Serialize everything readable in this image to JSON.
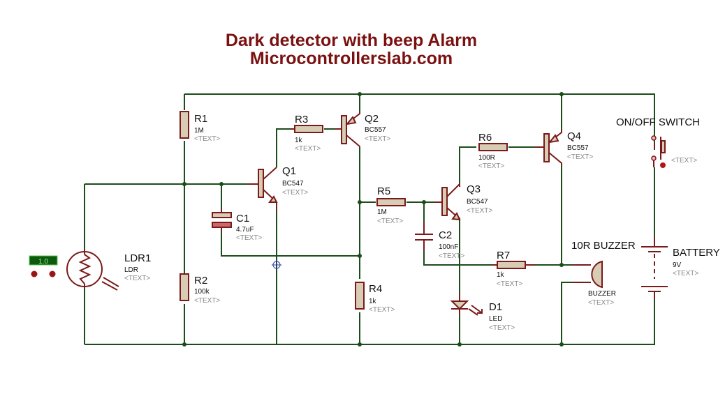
{
  "title": {
    "line1": "Dark detector with beep Alarm",
    "line2": "Microcontrollerslab.com"
  },
  "colors": {
    "title": "#7a1010",
    "wire": "#1b4d1b",
    "component_outline": "#7a1a1a",
    "component_fill": "#d8ccb4"
  },
  "ldr_meter": {
    "value": "1.0",
    "decrement_icon": "down-arrow",
    "increment_icon": "up-arrow"
  },
  "components": {
    "R1": {
      "ref": "R1",
      "value": "1M",
      "text": "<TEXT>"
    },
    "R2": {
      "ref": "R2",
      "value": "100k",
      "text": "<TEXT>"
    },
    "R3": {
      "ref": "R3",
      "value": "1k",
      "text": "<TEXT>"
    },
    "R4": {
      "ref": "R4",
      "value": "1k",
      "text": "<TEXT>"
    },
    "R5": {
      "ref": "R5",
      "value": "1M",
      "text": "<TEXT>"
    },
    "R6": {
      "ref": "R6",
      "value": "100R",
      "text": "<TEXT>"
    },
    "R7": {
      "ref": "R7",
      "value": "1k",
      "text": "<TEXT>"
    },
    "C1": {
      "ref": "C1",
      "value": "4.7uF",
      "text": "<TEXT>"
    },
    "C2": {
      "ref": "C2",
      "value": "100nF",
      "text": "<TEXT>"
    },
    "Q1": {
      "ref": "Q1",
      "value": "BC547",
      "text": "<TEXT>"
    },
    "Q2": {
      "ref": "Q2",
      "value": "BC557",
      "text": "<TEXT>"
    },
    "Q3": {
      "ref": "Q3",
      "value": "BC547",
      "text": "<TEXT>"
    },
    "Q4": {
      "ref": "Q4",
      "value": "BC557",
      "text": "<TEXT>"
    },
    "LDR1": {
      "ref": "LDR1",
      "value": "LDR",
      "text": "<TEXT>"
    },
    "D1": {
      "ref": "D1",
      "value": "LED",
      "text": "<TEXT>"
    },
    "BUZZER": {
      "ref": "10R BUZZER",
      "value": "BUZZER",
      "text": "<TEXT>"
    },
    "BATTERY": {
      "ref": "BATTERY",
      "value": "9V",
      "text": "<TEXT>"
    },
    "SWITCH": {
      "ref": "ON/OFF SWITCH",
      "text": "<TEXT>"
    }
  }
}
